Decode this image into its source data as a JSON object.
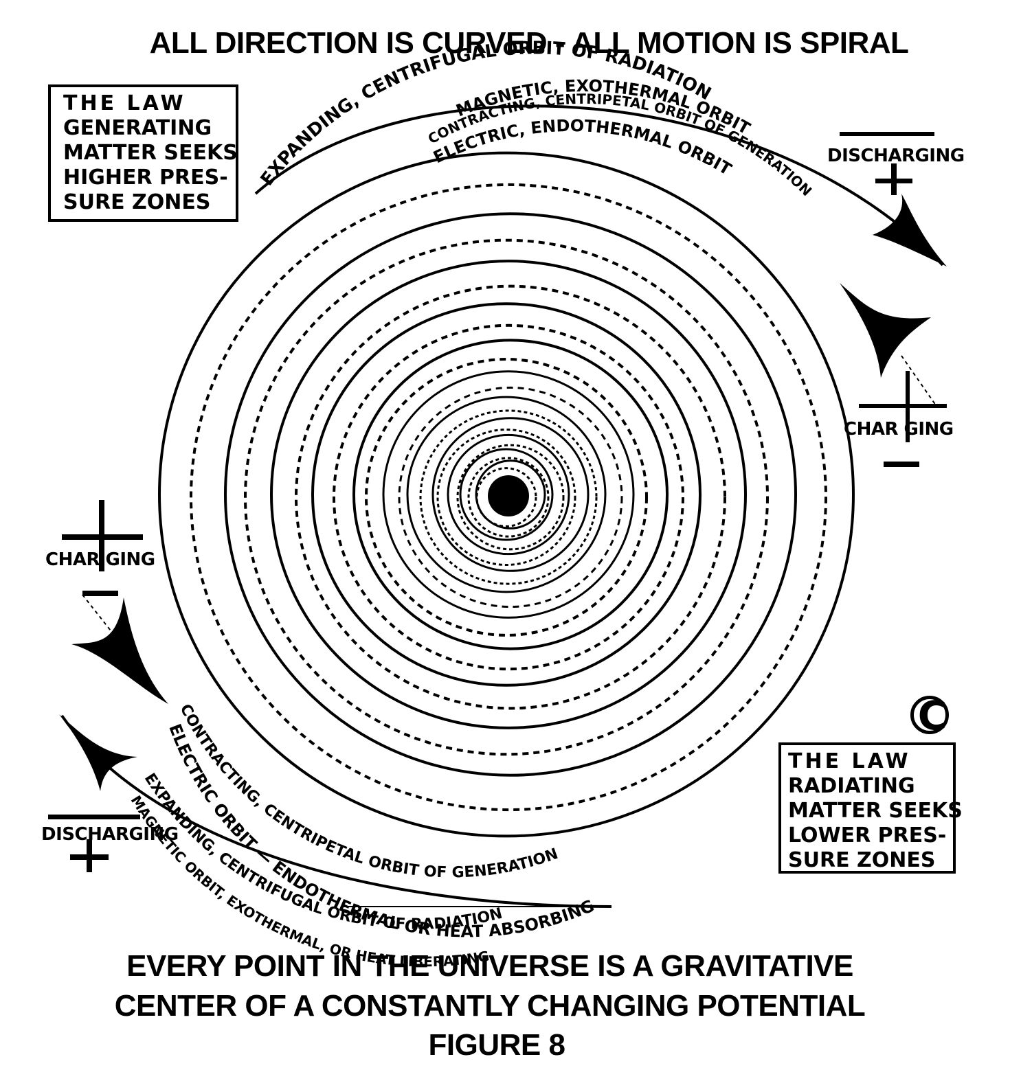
{
  "title": "ALL DIRECTION IS CURVED - ALL MOTION IS SPIRAL",
  "law_boxes": {
    "generating": [
      "THE LAW",
      "GENERATING",
      "MATTER SEEKS",
      "HIGHER PRES-",
      "SURE ZONES"
    ],
    "radiating": [
      "THE LAW",
      "RADIATING",
      "MATTER SEEKS",
      "LOWER PRES-",
      "SURE ZONES"
    ]
  },
  "orbit_labels": {
    "top_1": "EXPANDING, CENTRIFUGAL ORBIT OF RADIATION",
    "top_2": "MAGNETIC, EXOTHERMAL ORBIT",
    "top_3": "CONTRACTING, CENTRIPETAL ORBIT OF GENERATION",
    "top_4": "ELECTRIC, ENDOTHERMAL ORBIT",
    "bottom_1": "CONTRACTING, CENTRIPETAL ORBIT OF GENERATION",
    "bottom_2": "ELECTRIC ORBIT — ENDOTHERMAL OR HEAT ABSORBING",
    "bottom_3": "EXPANDING, CENTRIFUGAL ORBIT OF RADIATION",
    "bottom_4": "MAGNETIC ORBIT, EXOTHERMAL, OR HEAT LIBERATING"
  },
  "signs": {
    "right_discharging": "DISCHARGING",
    "right_charging": "CHAR GING",
    "left_charging": "CHAR GING",
    "left_discharging": "DISCHARGING"
  },
  "copyright": "C",
  "caption": {
    "line1": "EVERY POINT IN THE UNIVERSE IS A GRAVITATIVE",
    "line2": "CENTER OF A CONSTANTLY CHANGING POTENTIAL",
    "line3": "FIGURE 8"
  }
}
